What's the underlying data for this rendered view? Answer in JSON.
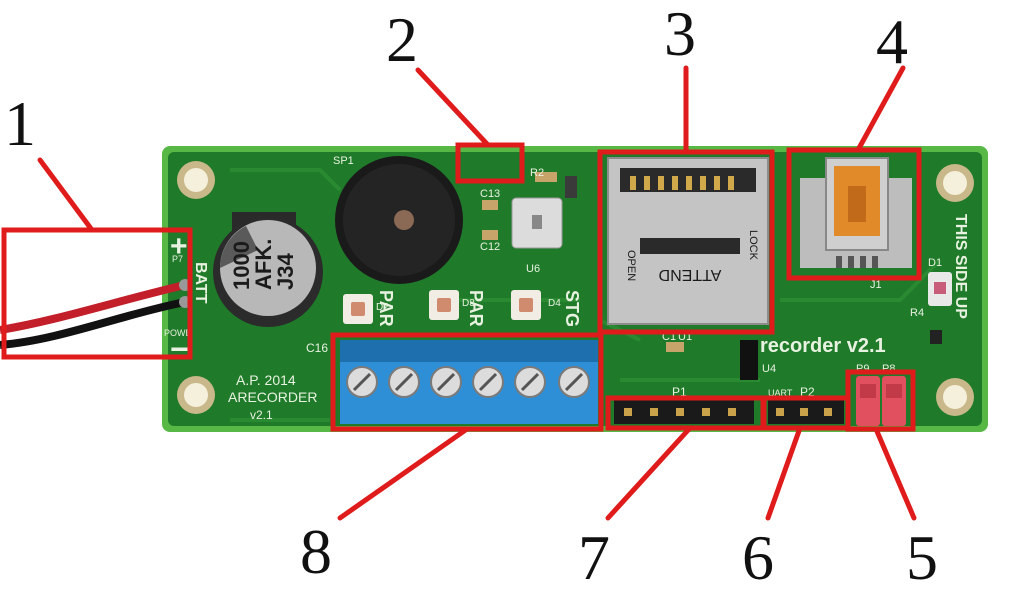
{
  "callouts": [
    "1",
    "2",
    "3",
    "4",
    "5",
    "6",
    "7",
    "8"
  ],
  "board": {
    "title": "recorder v2.1",
    "orientation": "THIS SIDE UP",
    "batt": "BATT",
    "power": "POWE",
    "plus": "+",
    "minus": "−",
    "credit": [
      "A.P. 2014",
      "ARECORDER",
      "v2.1"
    ],
    "capacitor": [
      "1000",
      "AFK.",
      "J34"
    ],
    "refs": {
      "sp1": "SP1",
      "c13": "C13",
      "c12": "C12",
      "u6": "U6",
      "r2": "R2",
      "d2": "D2",
      "d3": "D3",
      "d4": "D4",
      "par1": "PAR",
      "par2": "PAR",
      "stg": "STG",
      "c16": "C16",
      "p7": "P7",
      "c1": "C1",
      "u1": "U1",
      "u4": "U4",
      "p1": "P1",
      "p2": "P2",
      "uart": "UART",
      "p9": "P9",
      "p8": "P8",
      "j1": "J1",
      "d1": "D1",
      "r4": "R4"
    },
    "sd_card": {
      "attend": "ATTEND",
      "open": "OPEN",
      "lock": "LOCK"
    }
  },
  "colors": {
    "highlight": "#e01b1b",
    "pcb": "#1f7a2a",
    "pcb_edge": "#57b845",
    "terminal_blocks": "#2f8fd6",
    "jumpers": "#e0505f"
  }
}
